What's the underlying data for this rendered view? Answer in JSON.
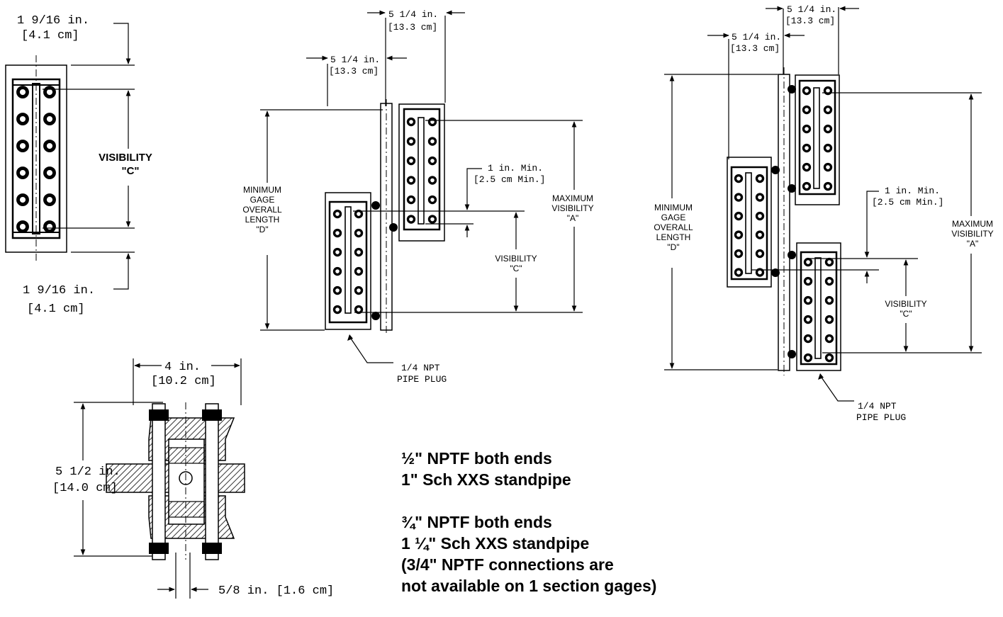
{
  "left_gage": {
    "top_dim": {
      "in": "1 9/16 in.",
      "cm": "[4.1 cm]"
    },
    "bottom_dim": {
      "in": "1 9/16 in.",
      "cm": "[4.1 cm]"
    },
    "visibility": {
      "line1": "VISIBILITY",
      "line2": "\"C\""
    }
  },
  "center_gage": {
    "dim_left": {
      "in": "5 1/4 in.",
      "cm": "[13.3 cm]"
    },
    "dim_right": {
      "in": "5 1/4 in.",
      "cm": "[13.3 cm]"
    },
    "min_length": [
      "MINIMUM",
      "GAGE",
      "OVERALL",
      "LENGTH",
      "\"D\""
    ],
    "overlap": {
      "in": "1 in. Min.",
      "cm": "[2.5 cm Min.]"
    },
    "max_vis": [
      "MAXIMUM",
      "VISIBILITY",
      "\"A\""
    ],
    "visibility": [
      "VISIBILITY",
      "\"C\""
    ],
    "plug": [
      "1/4 NPT",
      "PIPE PLUG"
    ]
  },
  "right_gage": {
    "dim_left": {
      "in": "5 1/4 in.",
      "cm": "[13.3 cm]"
    },
    "dim_right": {
      "in": "5 1/4 in.",
      "cm": "[13.3 cm]"
    },
    "min_length": [
      "MINIMUM",
      "GAGE",
      "OVERALL",
      "LENGTH",
      "\"D\""
    ],
    "overlap": {
      "in": "1 in. Min.",
      "cm": "[2.5 cm Min.]"
    },
    "max_vis": [
      "MAXIMUM",
      "VISIBILITY",
      "\"A\""
    ],
    "visibility": [
      "VISIBILITY",
      "\"C\""
    ],
    "plug": [
      "1/4 NPT",
      "PIPE PLUG"
    ]
  },
  "section_view": {
    "width": {
      "in": "4 in.",
      "cm": "[10.2 cm]"
    },
    "height": {
      "in": "5 1/2 in.",
      "cm": "[14.0 cm]"
    },
    "thickness": "5/8 in. [1.6 cm]"
  },
  "notes": {
    "line1": "½\" NPTF both ends",
    "line2": "1\" Sch XXS standpipe",
    "line3": "¾\" NPTF both ends",
    "line4": "1 ¼\" Sch XXS standpipe",
    "line5": "(3/4\" NPTF  connections are",
    "line6": "not available on 1 section gages)"
  }
}
